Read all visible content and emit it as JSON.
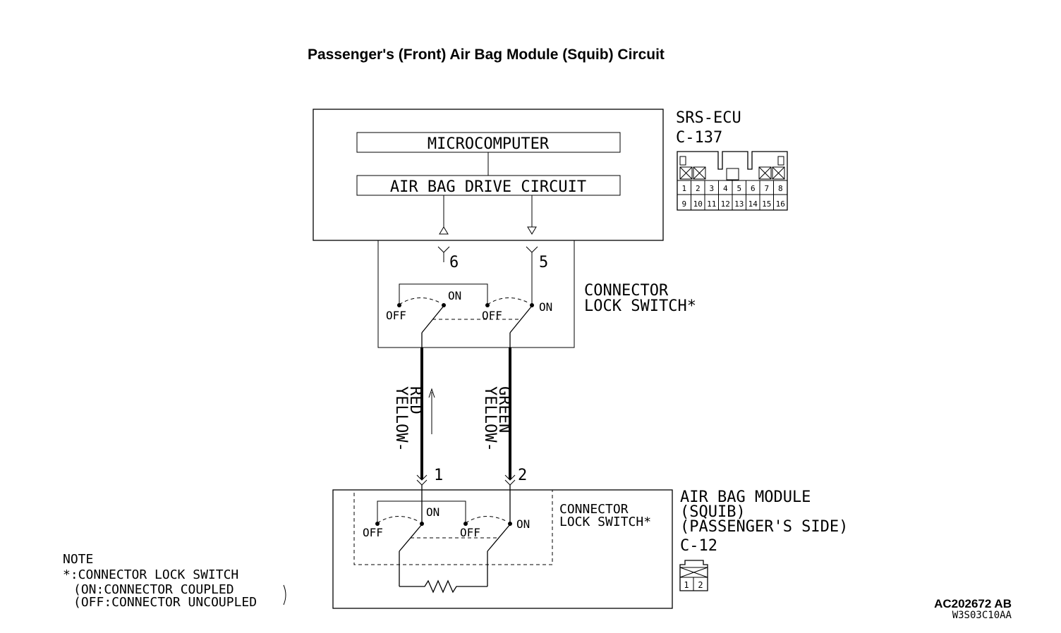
{
  "title": "Passenger's (Front) Air Bag Module (Squib) Circuit",
  "ecu": {
    "name": "SRS-ECU",
    "connector": "C-137",
    "microcomputer": "MICROCOMPUTER",
    "drive_circuit": "AIR BAG DRIVE CIRCUIT",
    "pins": [
      "6",
      "5"
    ],
    "connector_pins_top": [
      "1",
      "2",
      "3",
      "4",
      "5",
      "6",
      "7",
      "8"
    ],
    "connector_pins_bottom": [
      "9",
      "10",
      "11",
      "12",
      "13",
      "14",
      "15",
      "16"
    ]
  },
  "ecu_lock_switch": {
    "label_line1": "CONNECTOR",
    "label_line2": "LOCK SWITCH*",
    "on": "ON",
    "off": "OFF"
  },
  "wires": [
    {
      "line1": "YELLOW-",
      "line2": "RED"
    },
    {
      "line1": "YELLOW-",
      "line2": "GREEN"
    }
  ],
  "module": {
    "name_line1": "AIR BAG MODULE",
    "name_line2": "(SQUIB)",
    "name_line3": "(PASSENGER'S SIDE)",
    "connector": "C-12",
    "pins": [
      "1",
      "2"
    ],
    "connector_pins": [
      "1",
      "2"
    ]
  },
  "module_lock_switch": {
    "label_line1": "CONNECTOR",
    "label_line2": "LOCK SWITCH*",
    "on": "ON",
    "off": "OFF"
  },
  "note": {
    "heading": "NOTE",
    "line1": "*:CONNECTOR LOCK SWITCH",
    "line2": "(ON:CONNECTOR COUPLED",
    "line3": "(OFF:CONNECTOR UNCOUPLED"
  },
  "footer": {
    "code": "AC202672 AB",
    "sub_code": "W3S03C10AA"
  }
}
